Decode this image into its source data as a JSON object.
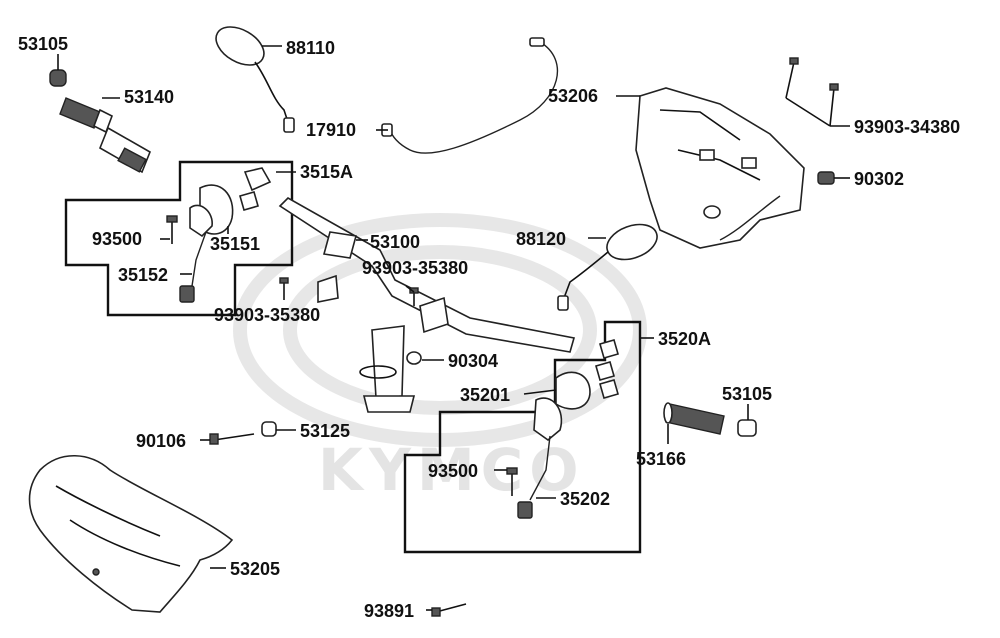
{
  "watermark": {
    "brand": "KYMCO"
  },
  "colors": {
    "ink": "#111111",
    "watermark": "#dcdcdc",
    "background": "#ffffff"
  },
  "callouts": {
    "c_53105_top": "53105",
    "c_53140": "53140",
    "c_88110": "88110",
    "c_17910": "17910",
    "c_3515A": "3515A",
    "c_93500_left": "93500",
    "c_35151": "35151",
    "c_35152": "35152",
    "c_53100": "53100",
    "c_93903_35380_a": "93903-35380",
    "c_93903_35380_b": "93903-35380",
    "c_53206": "53206",
    "c_93903_34380": "93903-34380",
    "c_90302": "90302",
    "c_88120": "88120",
    "c_3520A": "3520A",
    "c_90304": "90304",
    "c_35201": "35201",
    "c_53105_right": "53105",
    "c_53166": "53166",
    "c_90106": "90106",
    "c_53125": "53125",
    "c_93500_right": "93500",
    "c_35202": "35202",
    "c_53205": "53205",
    "c_93891": "93891"
  }
}
